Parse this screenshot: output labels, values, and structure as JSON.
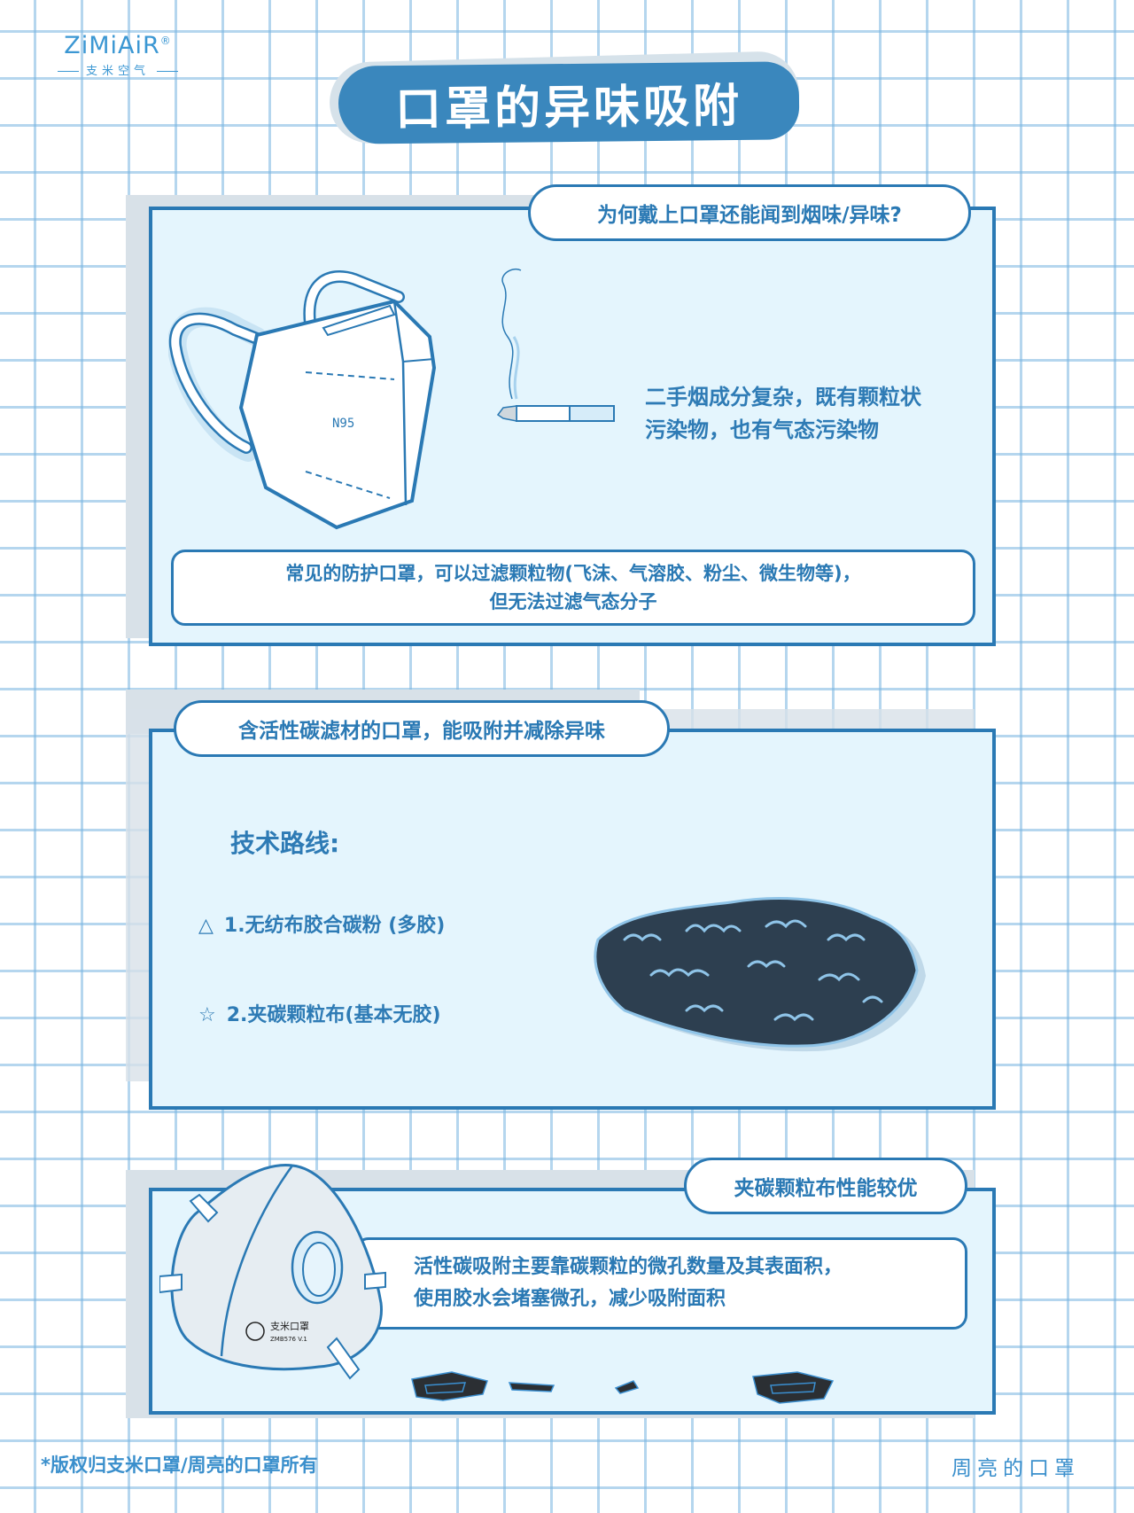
{
  "logo": {
    "brand": "ZiMiAiR",
    "registered": "®",
    "subtitle": "支米空气"
  },
  "title": "口罩的异味吸附",
  "section1": {
    "heading": "为何戴上口罩还能闻到烟味/异味?",
    "mask_label": "N95",
    "smoke_text": [
      "二手烟成分复杂，既有颗粒状",
      "污染物，也有气态污染物"
    ],
    "note": [
      "常见的防护口罩，可以过滤颗粒物(飞沫、气溶胶、粉尘、微生物等)，",
      "但无法过滤气态分子"
    ]
  },
  "section2": {
    "heading": "含活性碳滤材的口罩，能吸附并减除异味",
    "routes_title": "技术路线:",
    "routes": [
      {
        "icon": "△",
        "label": "1.无纺布胶合碳粉 (多胶)"
      },
      {
        "icon": "☆",
        "label": "2.夹碳颗粒布(基本无胶)"
      }
    ]
  },
  "section3": {
    "heading": "夹碳颗粒布性能较优",
    "mask_brand": "支米口罩",
    "mask_model": "ZMB576 V.1",
    "text": [
      "活性碳吸附主要靠碳颗粒的微孔数量及其表面积，",
      "使用胶水会堵塞微孔，减少吸附面积"
    ]
  },
  "footer": {
    "copyright": "*版权归支米口罩/周亮的口罩所有",
    "signature": "周亮的口罩"
  },
  "colors": {
    "primary": "#2a79b4",
    "title_bg": "#3a87bd",
    "card_bg": "#e4f5fd",
    "carbon": "#2d3f50",
    "grid": "#9cc9ea"
  }
}
